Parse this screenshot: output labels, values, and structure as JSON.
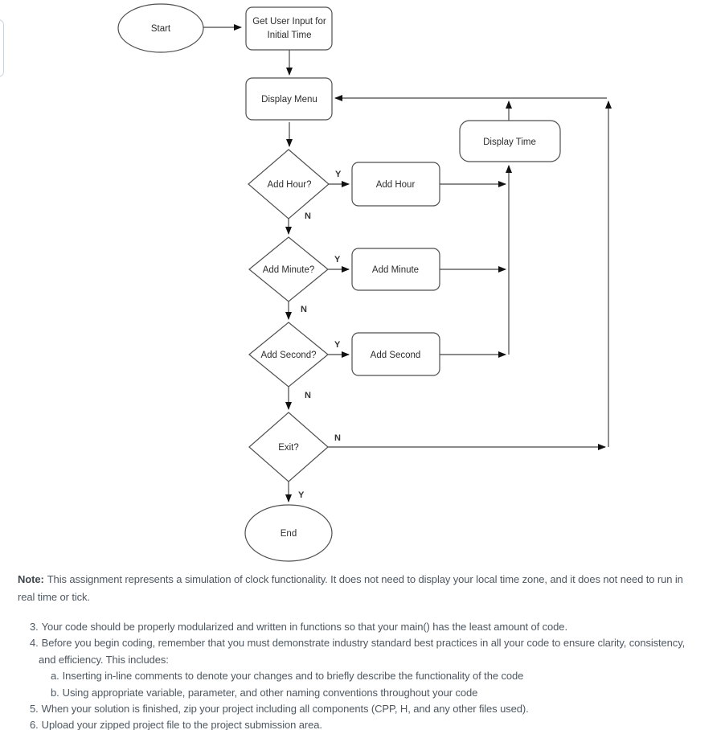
{
  "flowchart": {
    "nodes": {
      "start": {
        "label": "Start"
      },
      "get_input": {
        "label_line1": "Get User Input for",
        "label_line2": "Initial Time"
      },
      "display_menu": {
        "label": "Display Menu"
      },
      "add_hour_q": {
        "label": "Add Hour?"
      },
      "add_hour": {
        "label": "Add Hour"
      },
      "add_minute_q": {
        "label": "Add Minute?"
      },
      "add_minute": {
        "label": "Add Minute"
      },
      "add_second_q": {
        "label": "Add Second?"
      },
      "add_second": {
        "label": "Add Second"
      },
      "exit_q": {
        "label": "Exit?"
      },
      "end": {
        "label": "End"
      },
      "display_time": {
        "label": "Display Time"
      }
    },
    "branch_labels": {
      "yes": "Y",
      "no": "N"
    }
  },
  "notes": {
    "note_label": "Note:",
    "note_line1": "This assignment represents a simulation of clock functionality. It does not need to display your local time zone, and it does not need to run in",
    "note_line2": "real time or tick.",
    "items": [
      {
        "marker": "3.",
        "text": "Your code should be properly modularized and written in functions so that your main() has the least amount of code."
      },
      {
        "marker": "4.",
        "text": "Before you begin coding, remember that you must demonstrate industry standard best practices in all your code to ensure clarity, consistency,",
        "text2": "and efficiency. This includes:"
      },
      {
        "marker": "a.",
        "text": "Inserting in-line comments to denote your changes and to briefly describe the functionality of the code"
      },
      {
        "marker": "b.",
        "text": "Using appropriate variable, parameter, and other naming conventions throughout your code"
      },
      {
        "marker": "5.",
        "text": "When your solution is finished, zip your project including all components (CPP, H, and any other files used)."
      },
      {
        "marker": "6.",
        "text": "Upload your zipped project file to the project submission area."
      }
    ]
  },
  "colors": {
    "background": "#ffffff",
    "diagram_stroke": "#4f4f4f",
    "arrow_fill": "#111111",
    "node_text": "#2d2d2d",
    "body_text": "#4e5760",
    "note_label_color": "#3f464c"
  }
}
